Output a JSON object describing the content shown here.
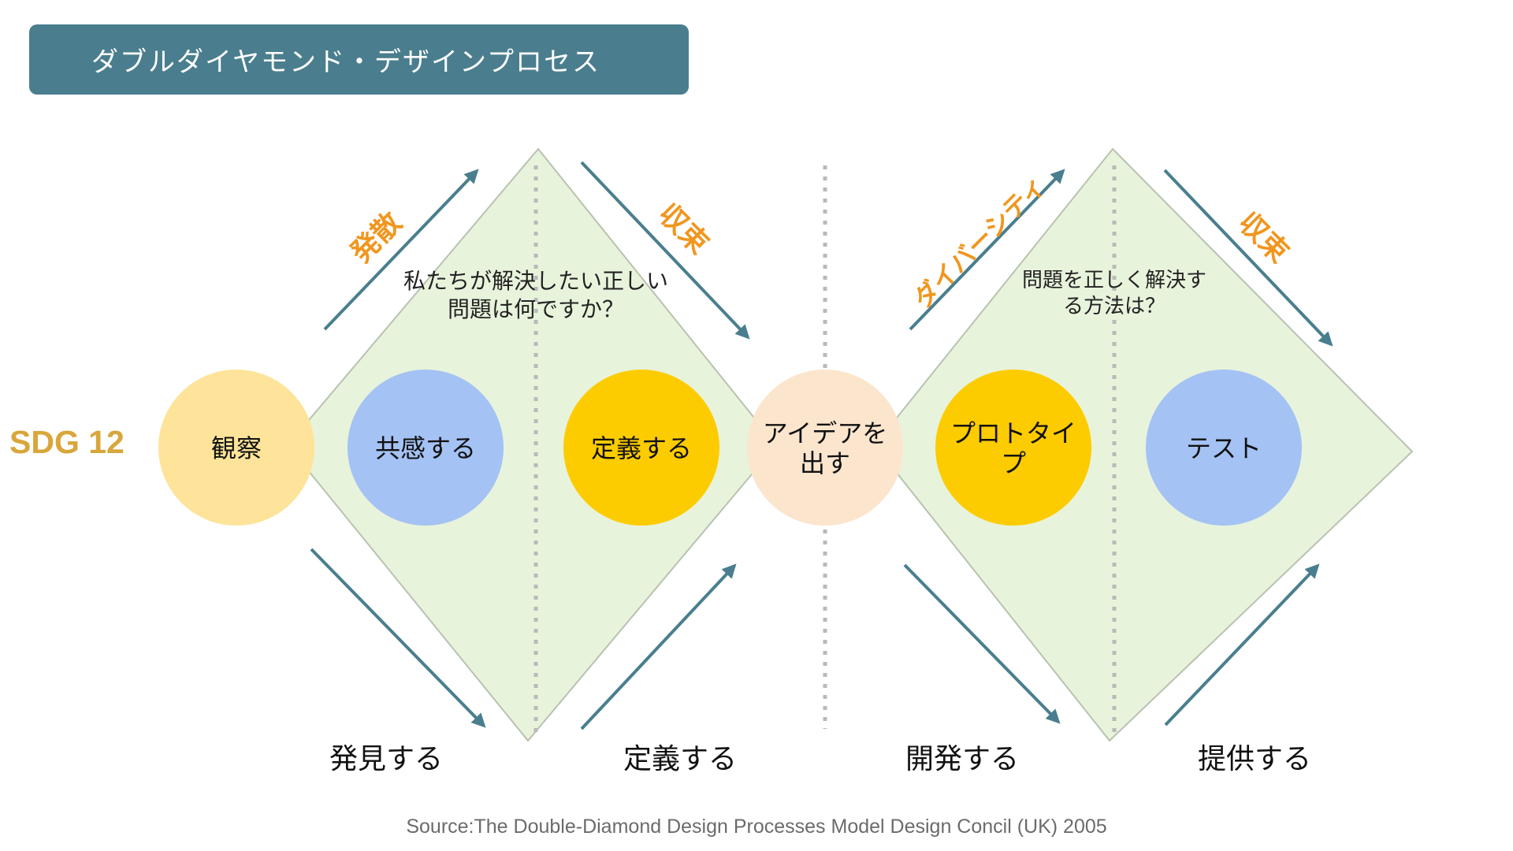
{
  "title": "ダブルダイヤモンド・デザインプロセス",
  "side_label": "SDG 12",
  "source": "Source:The Double-Diamond Design Processes Model Design Concil (UK) 2005",
  "colors": {
    "banner": "#4a7e8e",
    "diamond_fill": "#e8f3dc",
    "diamond_stroke": "#b8c2b2",
    "arrow": "#4a7e8e",
    "orange_text": "#f0961e",
    "sdg_text": "#d8a63a",
    "divider": "#b9b9b9"
  },
  "questions": {
    "left": [
      "私たちが解決したい正しい",
      "問題は何ですか？"
    ],
    "right": [
      "問題を正しく解決す",
      "る方法は？"
    ]
  },
  "arrow_labels": {
    "diverge1": "発散",
    "converge1": "収束",
    "diverge2": "ダイバーシティ",
    "converge2": "収束"
  },
  "circles": [
    {
      "id": "observe",
      "lines": [
        "観察"
      ],
      "color": "#fde49a"
    },
    {
      "id": "empathize",
      "lines": [
        "共感する"
      ],
      "color": "#a4c2f4"
    },
    {
      "id": "define",
      "lines": [
        "定義する"
      ],
      "color": "#fdcc00"
    },
    {
      "id": "ideate",
      "lines": [
        "アイデアを",
        "出す"
      ],
      "color": "#fce5cd"
    },
    {
      "id": "prototype",
      "lines": [
        "プロトタイ",
        "プ"
      ],
      "color": "#fdcc00"
    },
    {
      "id": "test",
      "lines": [
        "テスト"
      ],
      "color": "#a4c2f4"
    }
  ],
  "phases": [
    "発見する",
    "定義する",
    "開発する",
    "提供する"
  ]
}
